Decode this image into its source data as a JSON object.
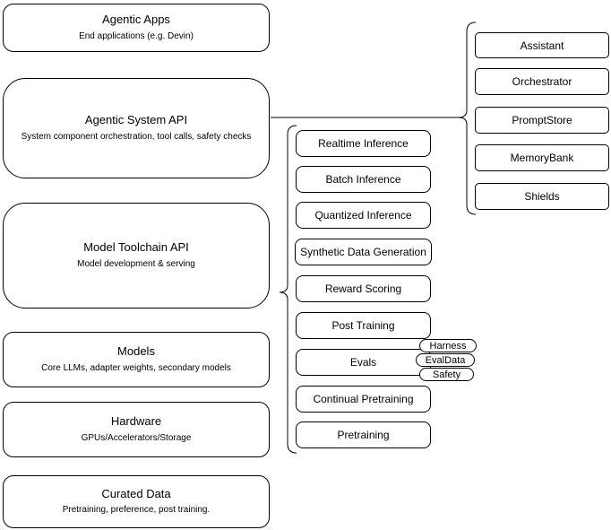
{
  "diagram": {
    "left_column": [
      {
        "title": "Agentic Apps",
        "subtitle": "End applications (e.g. Devin)"
      },
      {
        "title": "Agentic System API",
        "subtitle": "System component orchestration, tool calls, safety checks"
      },
      {
        "title": "Model Toolchain API",
        "subtitle": "Model development & serving"
      },
      {
        "title": "Models",
        "subtitle": "Core LLMs, adapter weights, secondary models"
      },
      {
        "title": "Hardware",
        "subtitle": "GPUs/Accelerators/Storage"
      },
      {
        "title": "Curated Data",
        "subtitle": "Pretraining, preference, post training."
      }
    ],
    "toolchain_items": [
      "Realtime Inference",
      "Batch Inference",
      "Quantized Inference",
      "Synthetic Data Generation",
      "Reward Scoring",
      "Post Training",
      "Evals",
      "Continual Pretraining",
      "Pretraining"
    ],
    "eval_tags": [
      "Harness",
      "EvalData",
      "Safety"
    ],
    "agentic_components": [
      "Assistant",
      "Orchestrator",
      "PromptStore",
      "MemoryBank",
      "Shields"
    ],
    "colors": {
      "stroke": "#000000",
      "background": "#ffffff",
      "text": "#000000"
    }
  }
}
